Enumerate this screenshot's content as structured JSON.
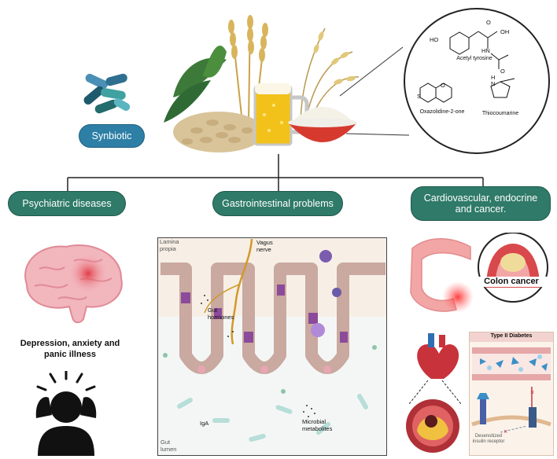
{
  "top": {
    "synbiotic_label": "Synbiotic",
    "molecules": {
      "acetyl_tyrosine": "Acetyl tyrosine",
      "oxazolidine": "Oxazolidine-2-one",
      "thiocoumarine": "Thiocoumarine",
      "atom_ho": "HO",
      "atom_oh": "OH",
      "atom_o1": "O",
      "atom_hn": "HN",
      "atom_s": "S",
      "atom_h": "H",
      "atom_n": "N",
      "atom_o2": "O",
      "atom_o3": "O"
    }
  },
  "branches": [
    {
      "label": "Psychiatric diseases"
    },
    {
      "label": "Gastrointestinal problems"
    },
    {
      "label": "Cardiovascular, endocrine and cancer."
    }
  ],
  "psychiatric": {
    "caption": "Depression, anxiety and panic illness"
  },
  "gi_panel": {
    "lamina_propia": "Lamina propia",
    "vagus_nerve": "Vagus nerve",
    "gut_hormones": "Gut hormones",
    "iga": "IgA",
    "microbial_metabolites": "Microbial metabolites",
    "gut_lumen": "Gut lumen"
  },
  "cardio": {
    "colon_cancer": "Colon cancer",
    "diabetes_title": "Type II Diabetes",
    "desensitized": "Desensitized insulin receptor"
  },
  "colors": {
    "pill_green": "#2f7a68",
    "pill_blue": "#2d7fa6",
    "connector": "#222222"
  }
}
